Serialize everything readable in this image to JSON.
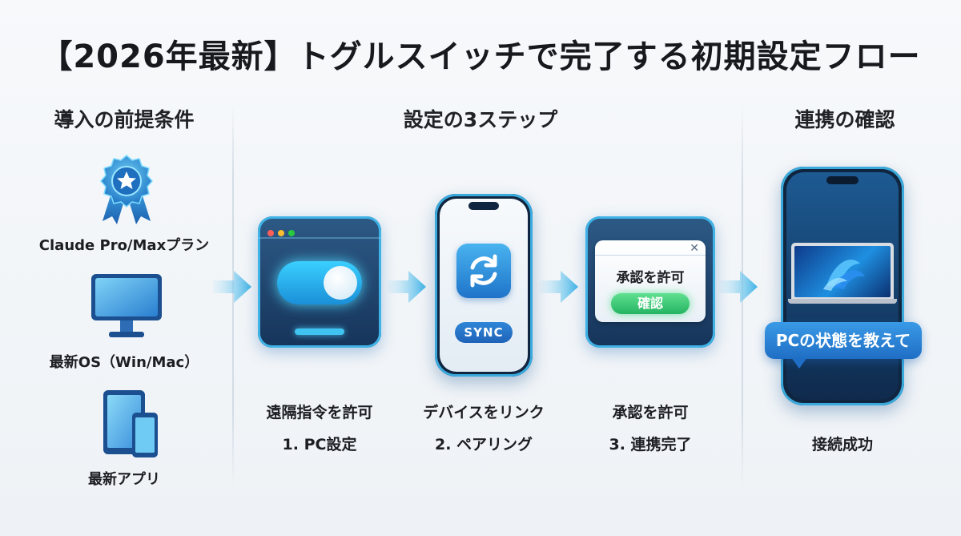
{
  "title": "【2026年最新】トグルスイッチで完了する初期設定フロー",
  "sections": {
    "prereq": "導入の前提条件",
    "steps": "設定の3ステップ",
    "verify": "連携の確認"
  },
  "prerequisites": [
    {
      "label": "Claude Pro/Maxプラン",
      "icon": "award-badge-icon"
    },
    {
      "label": "最新OS（Win/Mac）",
      "icon": "monitor-icon"
    },
    {
      "label": "最新アプリ",
      "icon": "devices-icon"
    }
  ],
  "steps": [
    {
      "title": "遠隔指令を許可",
      "subtitle": "1. PC設定"
    },
    {
      "title": "デバイスをリンク",
      "subtitle": "2. ペアリング"
    },
    {
      "title": "承認を許可",
      "subtitle": "3. 連携完了"
    }
  ],
  "sync_button": "SYNC",
  "dialog": {
    "text": "承認を許可",
    "button": "確認"
  },
  "verify": {
    "bubble": "PCの状態を教えて",
    "label": "接続成功"
  },
  "colors": {
    "accent": "#3fb3e6",
    "card_dark": "#16345a",
    "confirm_green": "#25b463"
  }
}
